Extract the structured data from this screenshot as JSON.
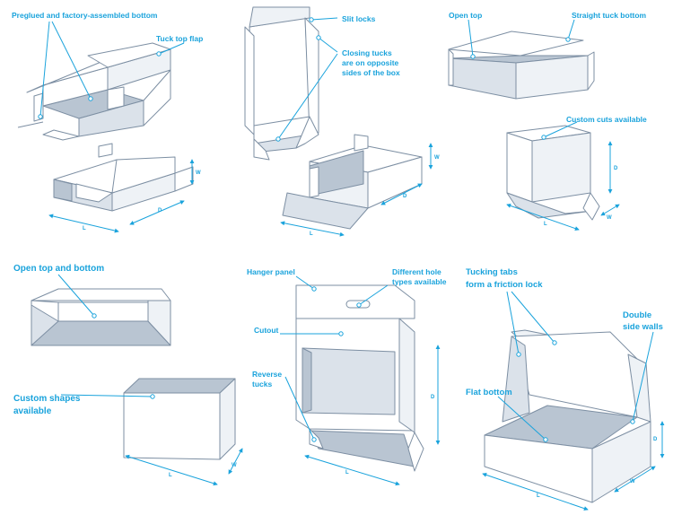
{
  "labels": {
    "preglued": "Preglued and factory-assembled bottom",
    "tuck_top_flap": "Tuck top flap",
    "slit_locks": "Slit locks",
    "closing_tucks_1": "Closing tucks",
    "closing_tucks_2": "are on opposite",
    "closing_tucks_3": "sides of the box",
    "open_top": "Open top",
    "straight_tuck_bottom": "Straight tuck bottom",
    "custom_cuts": "Custom cuts available",
    "open_top_bottom": "Open top and bottom",
    "custom_shapes_1": "Custom shapes",
    "custom_shapes_2": "available",
    "hanger_panel": "Hanger panel",
    "hole_types_1": "Different hole",
    "hole_types_2": "types available",
    "cutout": "Cutout",
    "reverse_tucks_1": "Reverse",
    "reverse_tucks_2": "tucks",
    "tucking_tabs_1": "Tucking tabs",
    "tucking_tabs_2": "form a friction lock",
    "double_walls_1": "Double",
    "double_walls_2": "side walls",
    "flat_bottom": "Flat bottom"
  },
  "dimension_letters": {
    "length": "L",
    "width": "W",
    "depth": "D"
  },
  "colors": {
    "accent": "#1aa3dc",
    "outline": "#7d8fa3",
    "shade": "#b9c5d2"
  }
}
